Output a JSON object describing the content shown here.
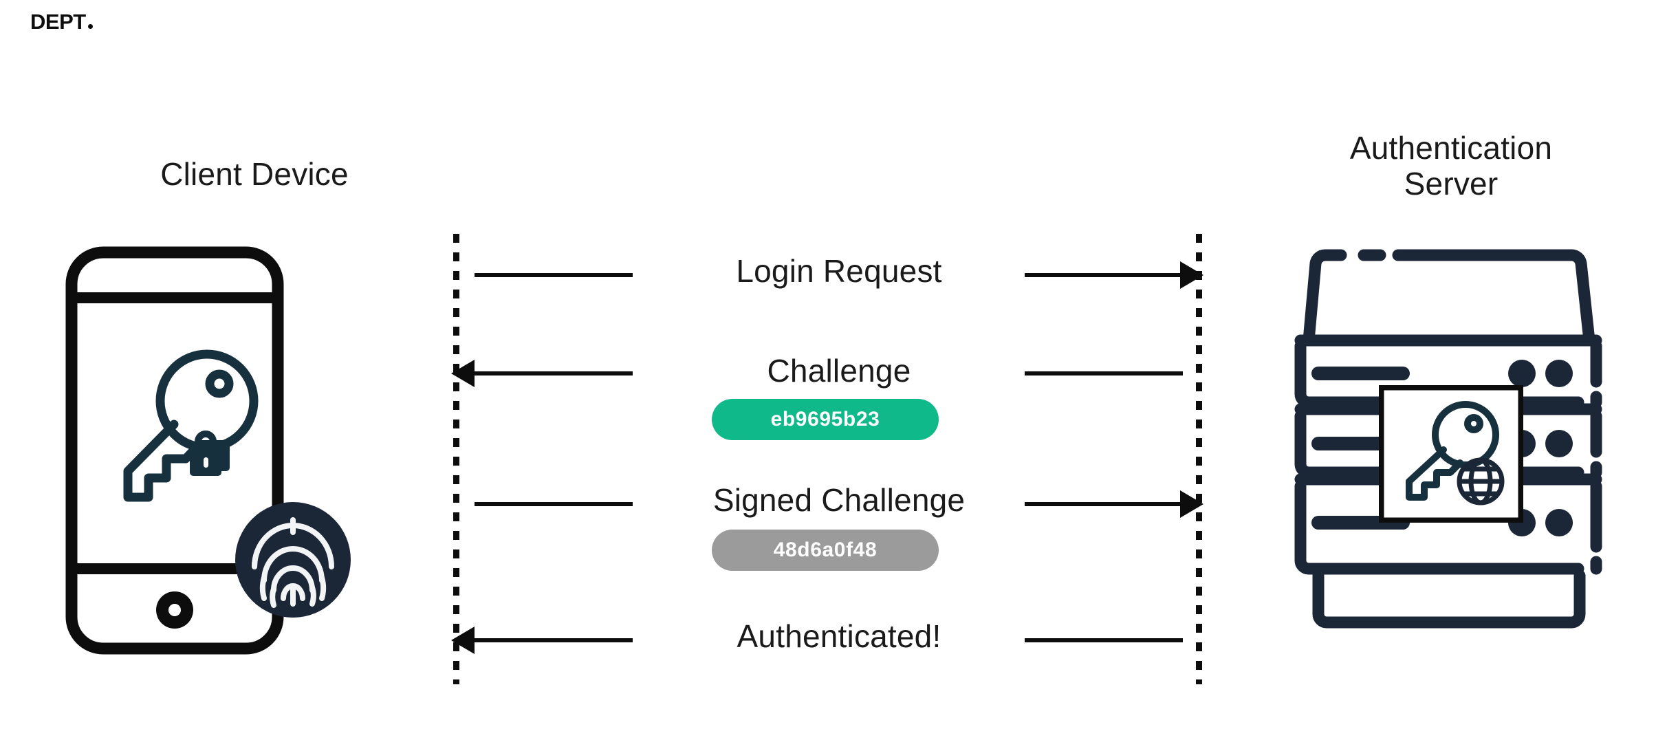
{
  "brand": {
    "name": "DEPT",
    "mark": "."
  },
  "columns": {
    "client": {
      "title": "Client Device"
    },
    "server": {
      "title_line1": "Authentication",
      "title_line2": "Server"
    }
  },
  "icons": {
    "client": "smartphone-key-lock-icon",
    "client_badge": "fingerprint-icon",
    "server": "server-rack-icon",
    "server_badge": "key-globe-icon"
  },
  "colors": {
    "accent_green": "#10B98A",
    "badge_gray": "#9B9B9B",
    "ink": "#0d0d0d",
    "icon_navy": "#1B2637"
  },
  "messages": [
    {
      "label": "Login Request",
      "direction": "right",
      "badge": null,
      "badge_color": null
    },
    {
      "label": "Challenge",
      "direction": "left",
      "badge": "eb9695b23",
      "badge_color": "#10B98A"
    },
    {
      "label": "Signed Challenge",
      "direction": "right",
      "badge": "48d6a0f48",
      "badge_color": "#9B9B9B"
    },
    {
      "label": "Authenticated!",
      "direction": "left",
      "badge": null,
      "badge_color": null
    }
  ]
}
